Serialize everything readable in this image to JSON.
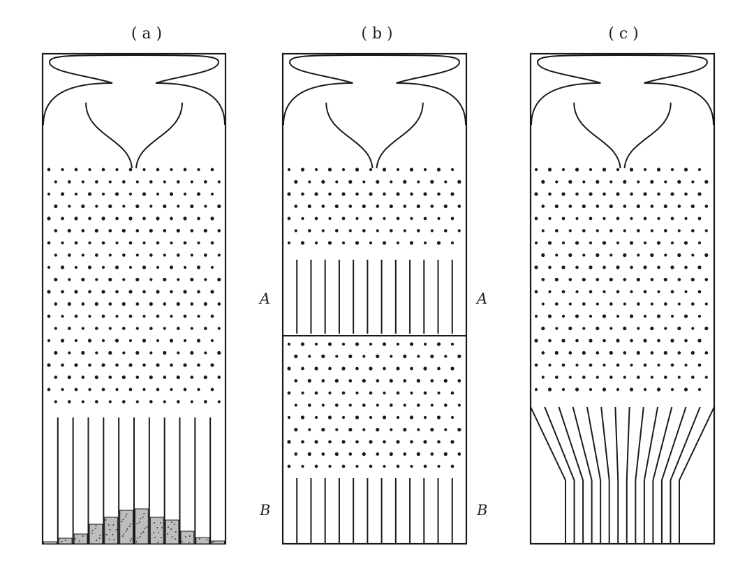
{
  "panels": [
    {
      "id": "a",
      "label": "( a )"
    },
    {
      "id": "b",
      "label": "( b )"
    },
    {
      "id": "c",
      "label": "( c )"
    }
  ],
  "side_labels": {
    "a_to_b": {
      "upper": "A",
      "lower": "B"
    },
    "b_to_c": {
      "upper": "A",
      "lower": "B"
    }
  },
  "colors": {
    "ink": "#1a1a1a",
    "fill": "#bdbdbd",
    "paper": "#ffffff"
  }
}
